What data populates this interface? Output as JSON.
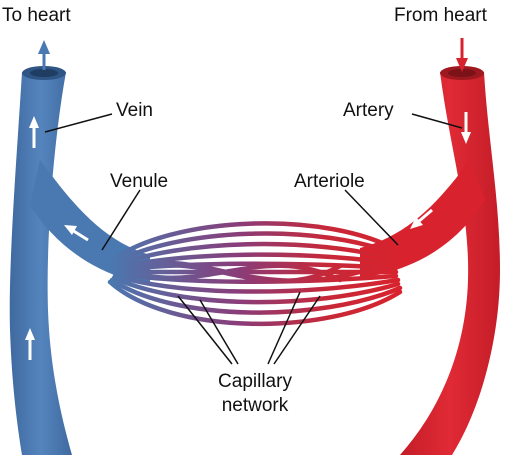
{
  "labels": {
    "to_heart": "To heart",
    "from_heart": "From heart",
    "vein": "Vein",
    "venule": "Venule",
    "artery": "Artery",
    "arteriole": "Arteriole",
    "capillary_line1": "Capillary",
    "capillary_line2": "network"
  },
  "colors": {
    "vein": "#4a78b0",
    "vein_dark": "#3a6396",
    "artery": "#d8232e",
    "artery_dark": "#b51b25",
    "capillary_mid": "#7a3e7e",
    "arrow": "#ffffff",
    "leader": "#111111"
  }
}
